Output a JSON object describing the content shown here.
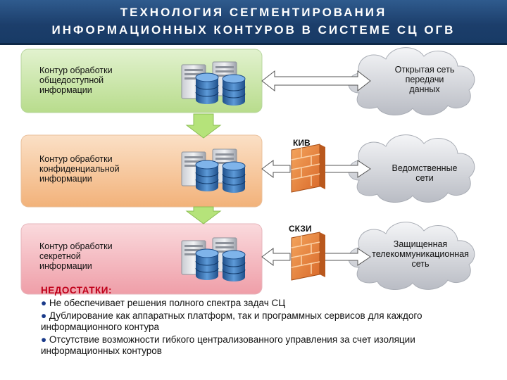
{
  "header": {
    "line1": "ТЕХНОЛОГИЯ СЕГМЕНТИРОВАНИЯ",
    "line2": "ИНФОРМАЦИОННЫХ  КОНТУРОВ В СИСТЕМЕ СЦ ОГВ"
  },
  "contours": [
    {
      "label_lines": [
        "Контур обработки",
        "общедоступной",
        "информации"
      ],
      "color": "#c9e5a6"
    },
    {
      "label_lines": [
        "Контур обработки",
        "конфиденциальной",
        "информации"
      ],
      "color": "#f6c89f"
    },
    {
      "label_lines": [
        "Контур обработки",
        "секретной",
        "информации"
      ],
      "color": "#f3b6bd"
    }
  ],
  "networks": [
    {
      "label_lines": [
        "Открытая сеть",
        "передачи",
        "данных"
      ]
    },
    {
      "label_lines": [
        "Ведомственные",
        "сети"
      ]
    },
    {
      "label_lines": [
        "Защищенная",
        "телекоммуникационная",
        "сеть"
      ]
    }
  ],
  "devices": {
    "kiv": "КИВ",
    "skzi": "СКЗИ"
  },
  "drawbacks": {
    "title": "НЕДОСТАТКИ:",
    "bullet": "●",
    "items": [
      "Не обеспечивает решения полного спектра задач СЦ",
      "Дублирование как аппаратных платформ, так и программных сервисов для каждого информационного контура",
      "Отсутствие возможности гибкого централизованного управления за счет изоляции информационных контуров"
    ]
  },
  "colors": {
    "header": "#1c3e6b",
    "arrow_green": "#b5e37a",
    "drawbacks_title": "#c0001a",
    "bullet": "#1a3a8a",
    "firewall": "#e8873a",
    "cloud": "#d5d8de"
  }
}
